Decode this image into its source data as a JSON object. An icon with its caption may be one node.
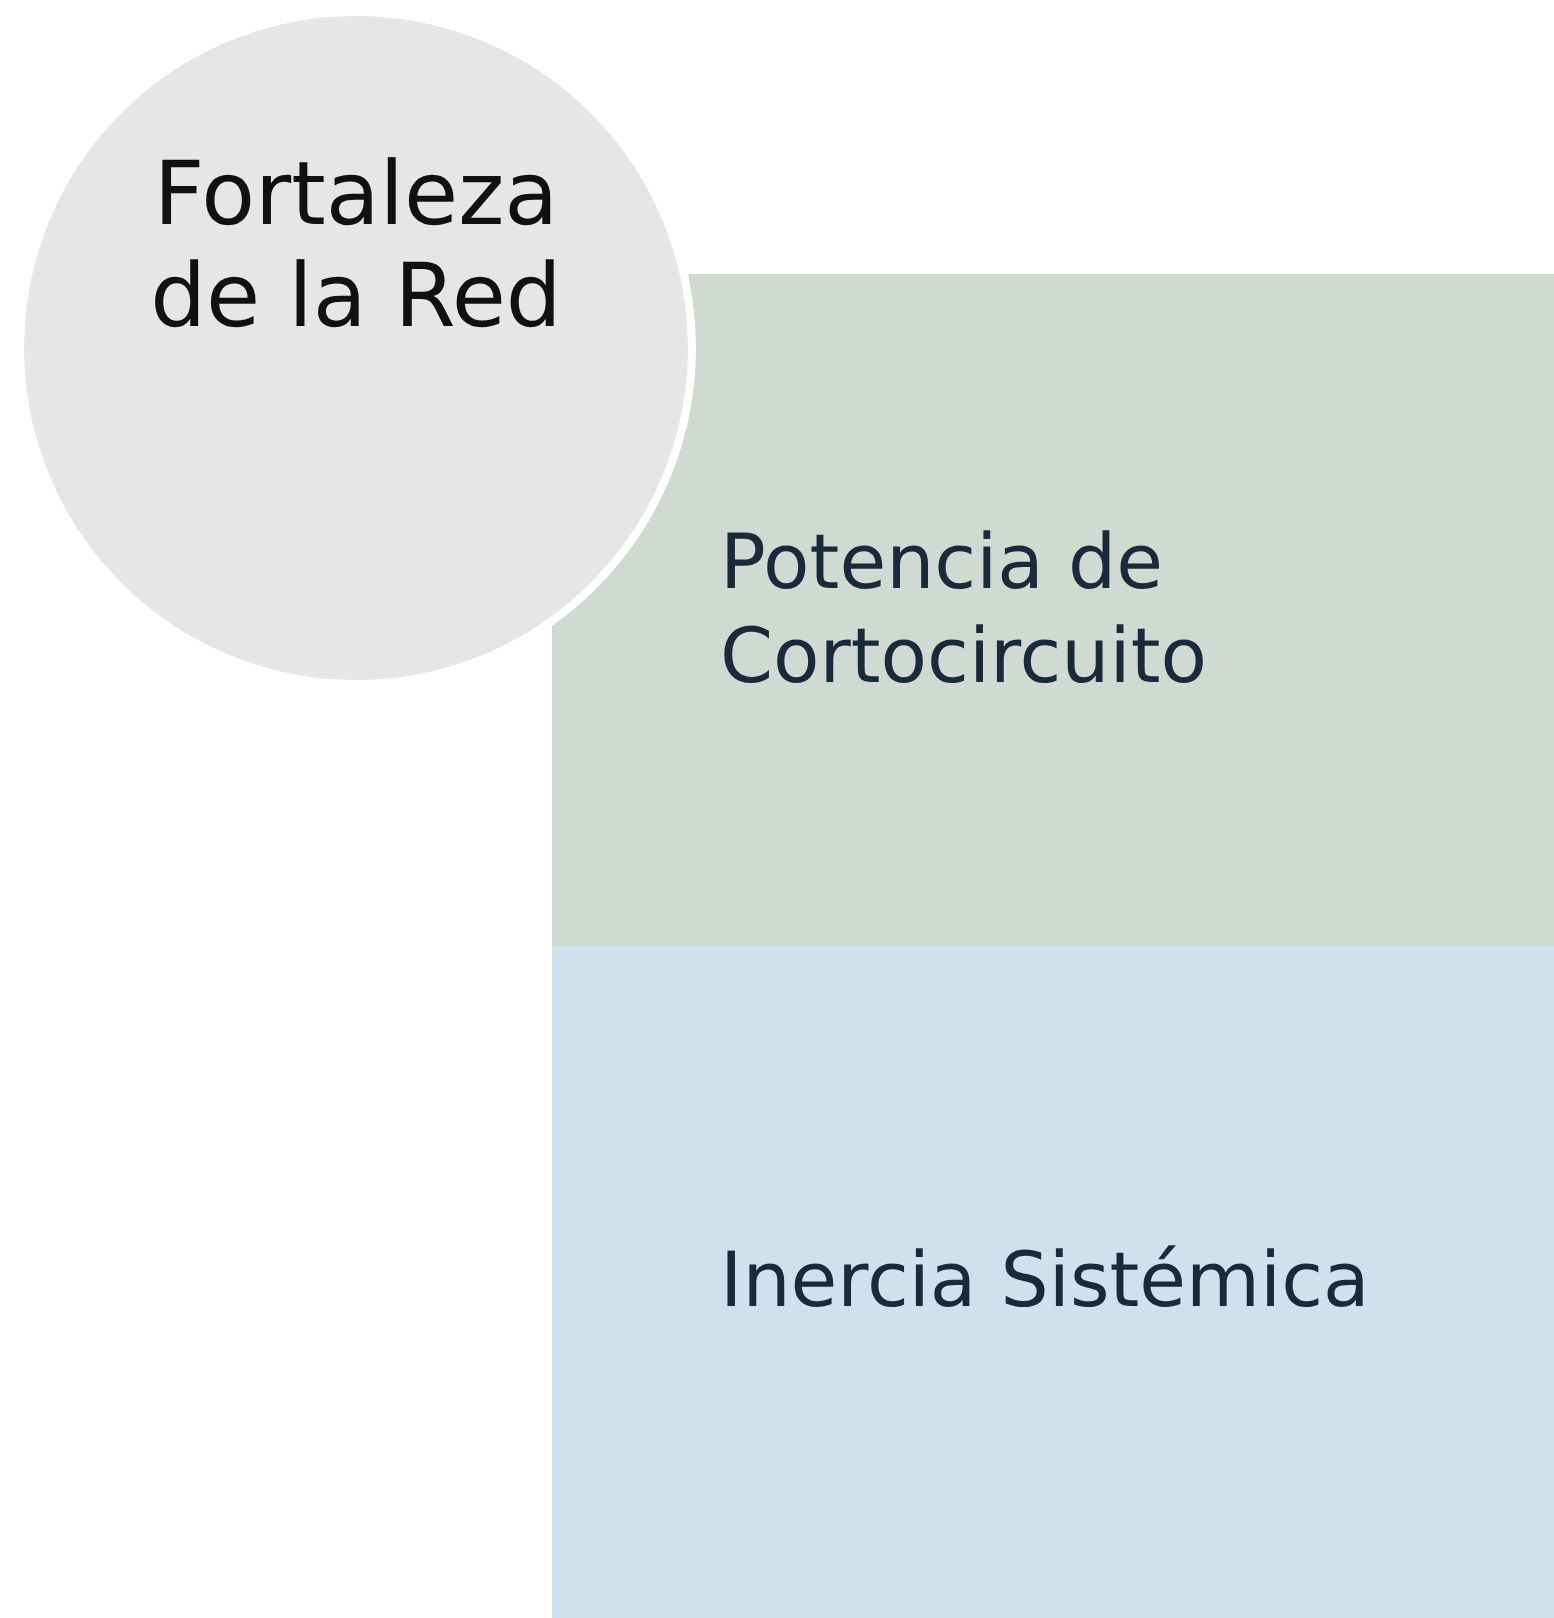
{
  "diagram": {
    "nodes": [
      {
        "text": [
          "Fortaleza de la Red"
        ]
      },
      {
        "text": [
          "Potencia de Cortocircuito"
        ]
      },
      {
        "text": [
          "Inercia Sistémica"
        ]
      }
    ]
  }
}
